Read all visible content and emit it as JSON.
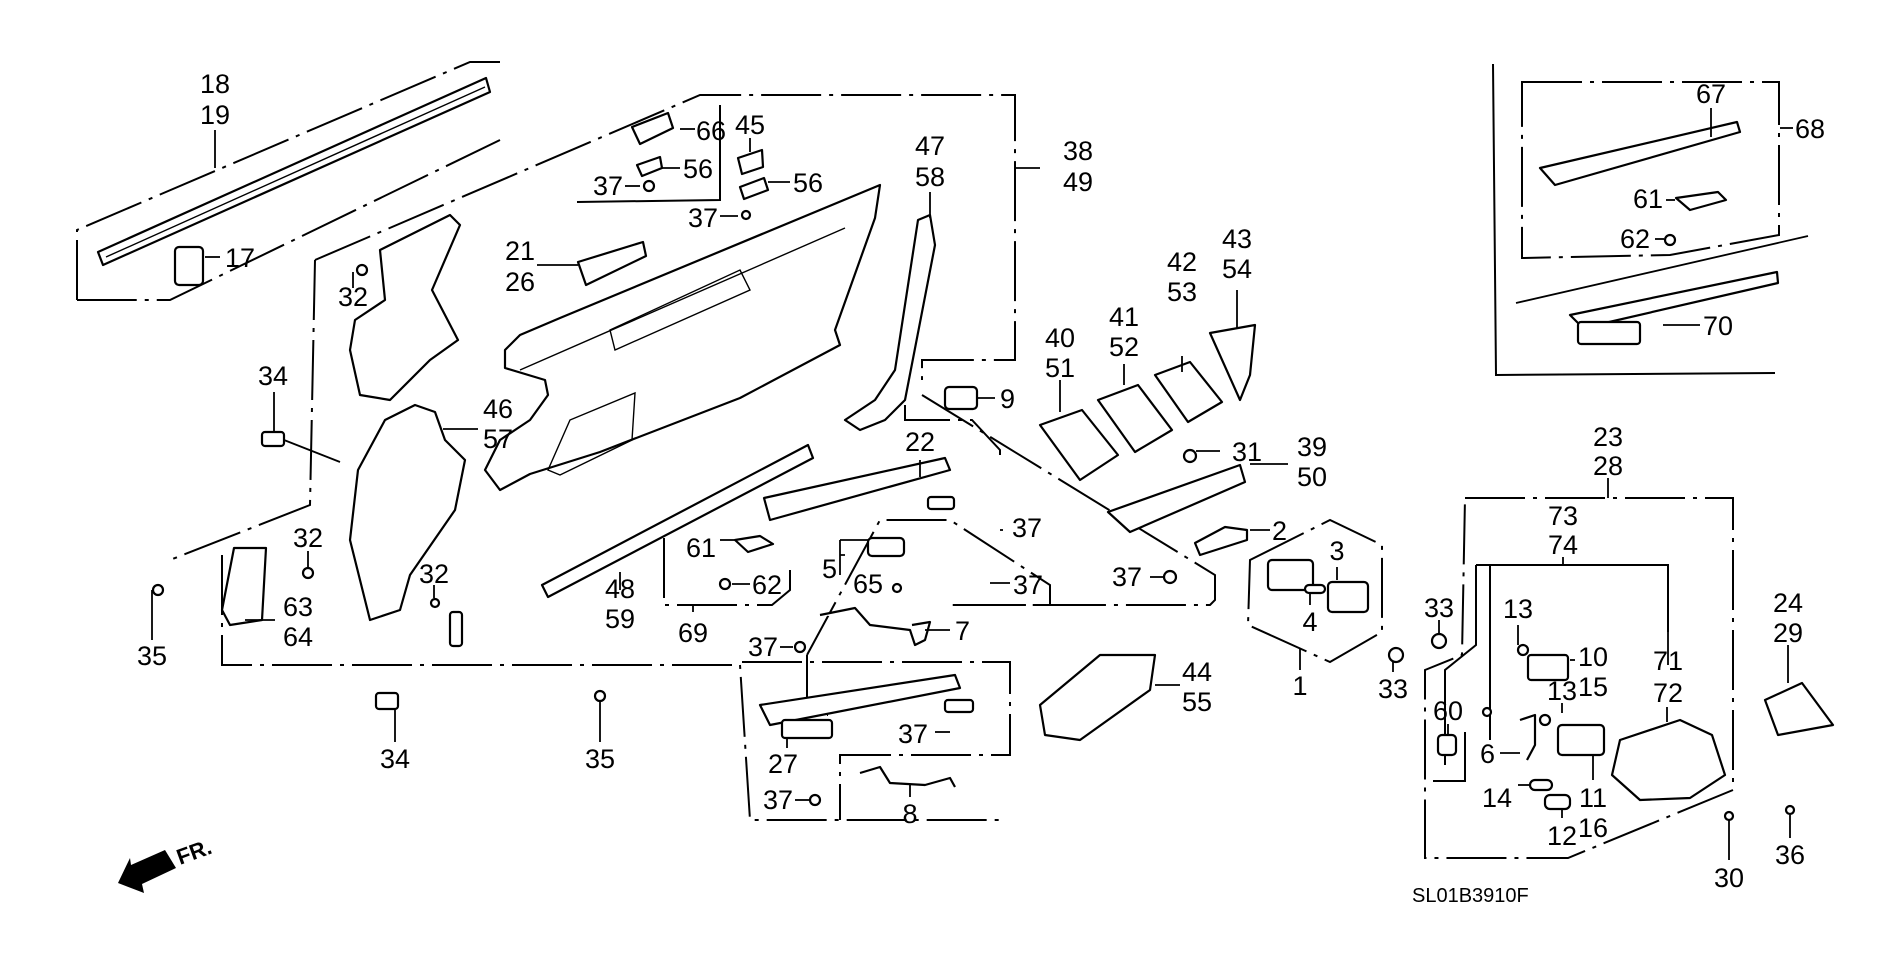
{
  "diagram": {
    "title": "Door lining / front door trim exploded parts diagram",
    "drawing_code": "SL01B3910F",
    "direction_indicator": "FR.",
    "callouts": {
      "c18_19": [
        "18",
        "19"
      ],
      "c17": "17",
      "c66": "66",
      "c56a": "56",
      "c37a": "37",
      "c45": "45",
      "c56b": "56",
      "c37b": "37",
      "c47_58": [
        "47",
        "58"
      ],
      "c38_49": [
        "38",
        "49"
      ],
      "c21_26": [
        "21",
        "26"
      ],
      "c32a": "32",
      "c9": "9",
      "c34a": "34",
      "c46_57": [
        "46",
        "57"
      ],
      "c22": "22",
      "c40_51": [
        "40",
        "51"
      ],
      "c41_52": [
        "41",
        "52"
      ],
      "c42_53": [
        "42",
        "53"
      ],
      "c43_54": [
        "43",
        "54"
      ],
      "c31": "31",
      "c39_50": [
        "39",
        "50"
      ],
      "c37c": "37",
      "c2": "2",
      "c3": "3",
      "c4": "4",
      "c1": "1",
      "c32b": "32",
      "c32c": "32",
      "c35a": "35",
      "c63_64": [
        "63",
        "64"
      ],
      "c48_59": [
        "48",
        "59"
      ],
      "c61a": "61",
      "c62a": "62",
      "c69": "69",
      "c5": "5",
      "c65": "65",
      "c37d": "37",
      "c37e": "37",
      "c7": "7",
      "c37f": "37",
      "c44_55": [
        "44",
        "55"
      ],
      "c34b": "34",
      "c35b": "35",
      "c27": "27",
      "c37g": "37",
      "c37h": "37",
      "c8": "8",
      "c67": "67",
      "c68": "68",
      "c61b": "61",
      "c62b": "62",
      "c70": "70",
      "c23_28": [
        "23",
        "28"
      ],
      "c73_74": [
        "73",
        "74"
      ],
      "c33a": "33",
      "c33b": "33",
      "c13a": "13",
      "c10_15": [
        "10",
        "15"
      ],
      "c13b": "13",
      "c71_72": [
        "71",
        "72"
      ],
      "c60": "60",
      "c6": "6",
      "c14": "14",
      "c11_16": [
        "11",
        "16"
      ],
      "c12": "12",
      "c24_29": [
        "24",
        "29"
      ],
      "c30": "30",
      "c36": "36"
    }
  }
}
